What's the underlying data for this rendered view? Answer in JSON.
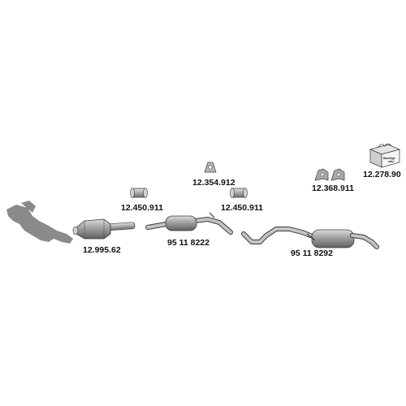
{
  "parts": {
    "catalytic_converter": {
      "code": "12.995.62"
    },
    "front_clamp": {
      "code": "12.450.911"
    },
    "middle_silencer": {
      "code": "95 11 8222"
    },
    "mount_rubber": {
      "code": "12.354.912"
    },
    "rear_clamp": {
      "code": "12.450.911"
    },
    "rear_silencer": {
      "code": "95 11 8292"
    },
    "rear_mounts": {
      "code": "12.368.911"
    },
    "mounting_kit": {
      "code": "12.278.90",
      "box_text": [
        "Montage",
        "satz"
      ]
    }
  },
  "colors": {
    "part_gray": "#b4b4b4",
    "outline": "#3a3a3a",
    "manifold": "#8a8a8a",
    "text": "#111111"
  }
}
